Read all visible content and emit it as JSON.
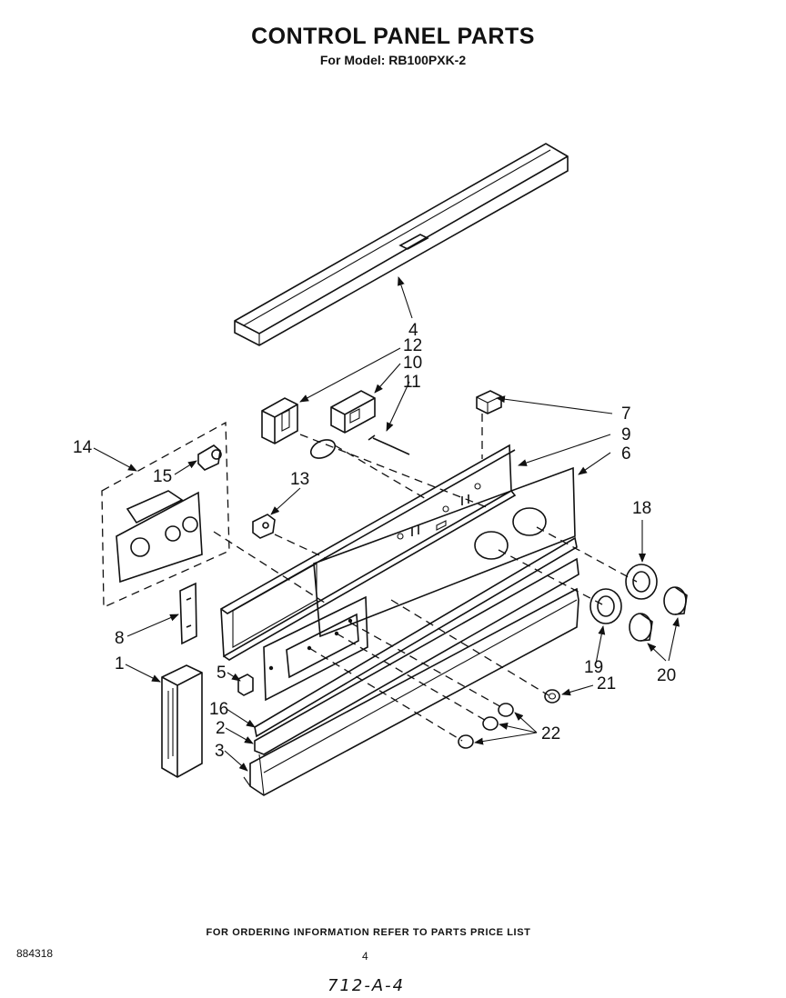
{
  "title": "CONTROL PANEL PARTS",
  "subtitle": "For Model: RB100PXK-2",
  "callouts": [
    "1",
    "2",
    "3",
    "4",
    "5",
    "6",
    "7",
    "8",
    "9",
    "10",
    "11",
    "12",
    "13",
    "14",
    "15",
    "16",
    "18",
    "19",
    "20",
    "21",
    "22"
  ],
  "footer_note": "FOR ORDERING INFORMATION REFER TO PARTS PRICE LIST",
  "doc_number": "884318",
  "page_number": "4",
  "handwritten_note": "712-A-4"
}
